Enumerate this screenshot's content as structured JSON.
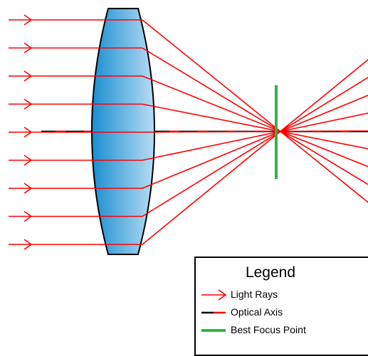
{
  "legend": {
    "title": "Legend",
    "items": [
      {
        "label": "Light Rays",
        "symbol": "arrow-icon",
        "color": "#ff0000"
      },
      {
        "label": "Optical Axis",
        "symbol": "dashed-line-icon",
        "color": "#000000",
        "accent": "#ff0000"
      },
      {
        "label": "Best Focus Point",
        "symbol": "solid-line-icon",
        "color": "#33b249"
      }
    ]
  },
  "colors": {
    "ray": "#ff0000",
    "axis": "#000000",
    "axis_dash": "#ff0000",
    "focus": "#33b249",
    "lens_dark": "#1a8ed0",
    "lens_light": "#b8ddf4",
    "lens_outline": "#000000"
  },
  "rays": {
    "count": 9
  }
}
